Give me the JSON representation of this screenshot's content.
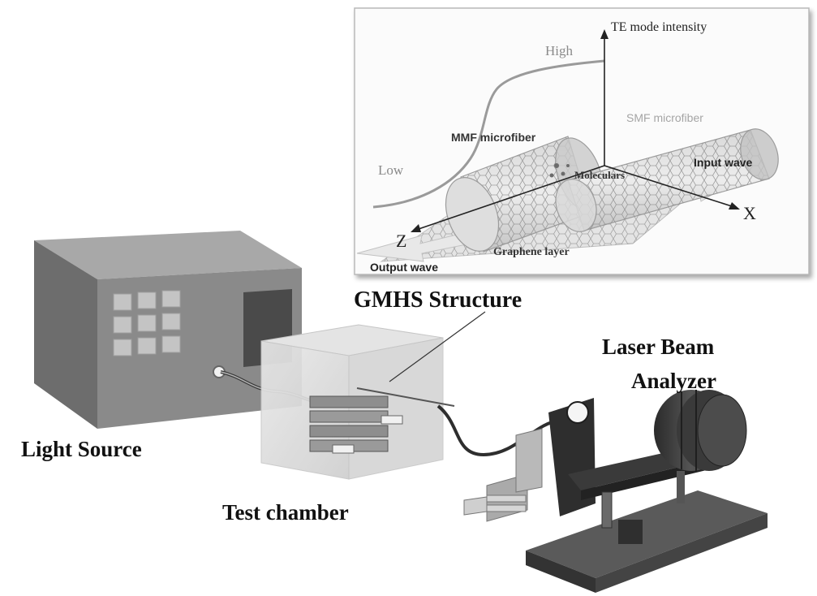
{
  "inset": {
    "axis_labels": {
      "y": "TE mode intensity",
      "x": "X",
      "z": "Z"
    },
    "intensity_high": "High",
    "intensity_low": "Low",
    "mmf_label": "MMF microfiber",
    "smf_label": "SMF microfiber",
    "molecules_label": "Moleculars",
    "input_wave_label": "Input wave",
    "output_wave_label": "Output wave",
    "graphene_label": "Graphene layer"
  },
  "labels": {
    "gmhs_structure": "GMHS Structure",
    "laser_beam_line1": "Laser Beam",
    "laser_beam_line2": "Analyzer",
    "light_source": "Light Source",
    "test_chamber": "Test chamber"
  },
  "colors": {
    "device_front": "#7a7a7a",
    "device_top": "#a5a5a5",
    "device_side": "#5a5a5a",
    "key": "#bdbdbd",
    "screen": "#4a4a4a",
    "analyzer_dark": "#333333",
    "analyzer_mid": "#555555"
  }
}
